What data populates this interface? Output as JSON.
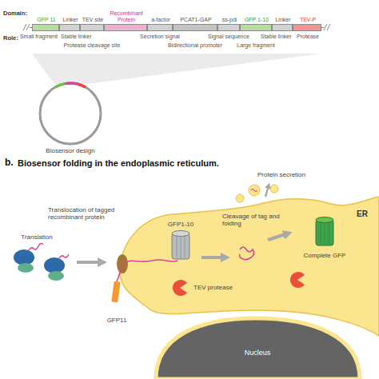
{
  "diagram": {
    "nodes": [
      {
        "text": [
          "GFP 11"
        ]
      },
      {
        "text": [
          "Linker"
        ]
      },
      {
        "text": [
          "TEV site"
        ]
      },
      {
        "text": [
          "Recombinant Protein"
        ]
      },
      {
        "text": [
          "a-factor"
        ]
      },
      {
        "text": [
          "PCAT1-GAP"
        ]
      },
      {
        "text": [
          "ss-pdi"
        ]
      },
      {
        "text": [
          "GFP 1-10"
        ]
      },
      {
        "text": [
          "Linker"
        ]
      },
      {
        "text": [
          "TEV-P"
        ]
      }
    ],
    "labels": [
      "Domain:",
      "Role:",
      "Small fragment",
      "Stable linker",
      "Protease cleavage site",
      "Secretion signal",
      "Bidirectional promoter",
      "Signal sequence",
      "Large fragment",
      "Stable linker",
      "Protease",
      "Biosensor design",
      "b.",
      "Biosensor folding in the endoplasmic reticulum.",
      "Translation",
      "Translocation of tagged recombinant protein",
      "GFP11",
      "GFP1-10",
      "TEV protease",
      "Cleavage of tag and folding",
      "Protein secretion",
      "Complete GFP",
      "ER",
      "Nucleus"
    ]
  }
}
